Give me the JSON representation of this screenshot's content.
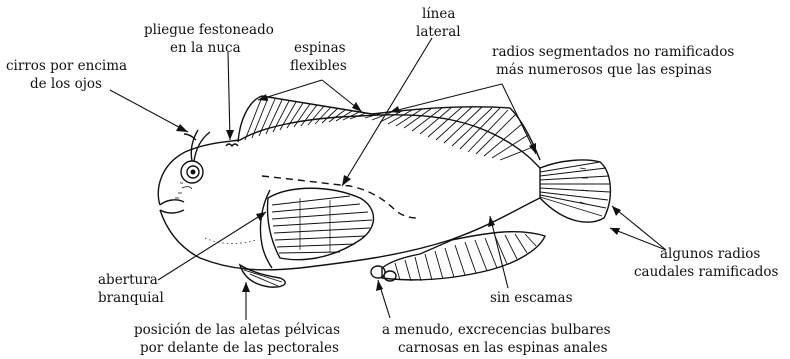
{
  "labels": {
    "cirri": [
      "cirros por encima",
      "de los ojos"
    ],
    "nape": [
      "pliegue festoneado",
      "en la nuca"
    ],
    "spines": [
      "espinas",
      "flexibles"
    ],
    "lateral_line": [
      "línea",
      "lateral"
    ],
    "soft_rays": [
      "radios segmentados no ramificados",
      "más numerosos que las espinas"
    ],
    "gill": [
      "abertura",
      "branquial"
    ],
    "caudal": [
      "algunos radios",
      "caudales ramificados"
    ],
    "scaleless": [
      "sin escamas"
    ],
    "pelvic": [
      "posición de las aletas pélvicas",
      "por delante de las pectorales"
    ],
    "anal": [
      "a menudo, excrecencias bulbares",
      "carnosas en las espinas anales"
    ]
  }
}
